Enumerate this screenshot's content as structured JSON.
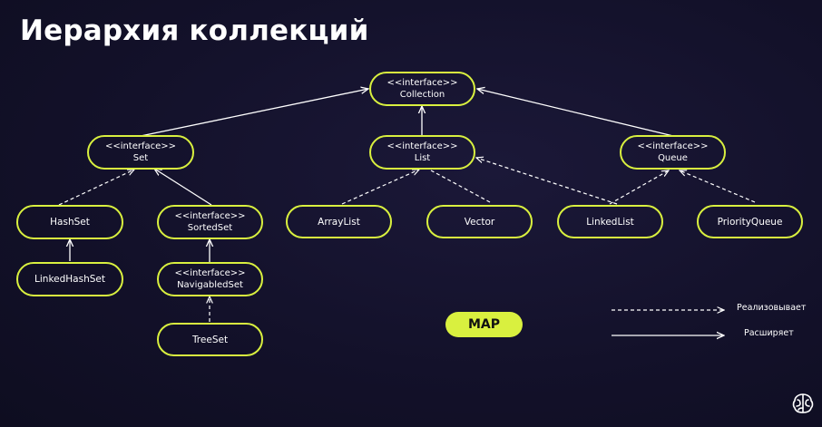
{
  "title": "Иерархия коллекций",
  "interface_stereotype": "<<interface>>",
  "nodes": {
    "collection": "Collection",
    "set": "Set",
    "list": "List",
    "queue": "Queue",
    "hashset": "HashSet",
    "sortedset": "SortedSet",
    "arraylist": "ArrayList",
    "vector": "Vector",
    "linkedlist": "LinkedList",
    "priorityqueue": "PriorityQueue",
    "linkedhashset": "LinkedHashSet",
    "navigableset": "NavigabledSet",
    "treeset": "TreeSet"
  },
  "map_label": "MAP",
  "legend": {
    "implements": "Реализовывает",
    "extends": "Расширяет"
  },
  "colors": {
    "accent": "#d9f03f",
    "background": "#15132c",
    "line": "#ffffff"
  },
  "logo_icon": "brain-logo-icon"
}
